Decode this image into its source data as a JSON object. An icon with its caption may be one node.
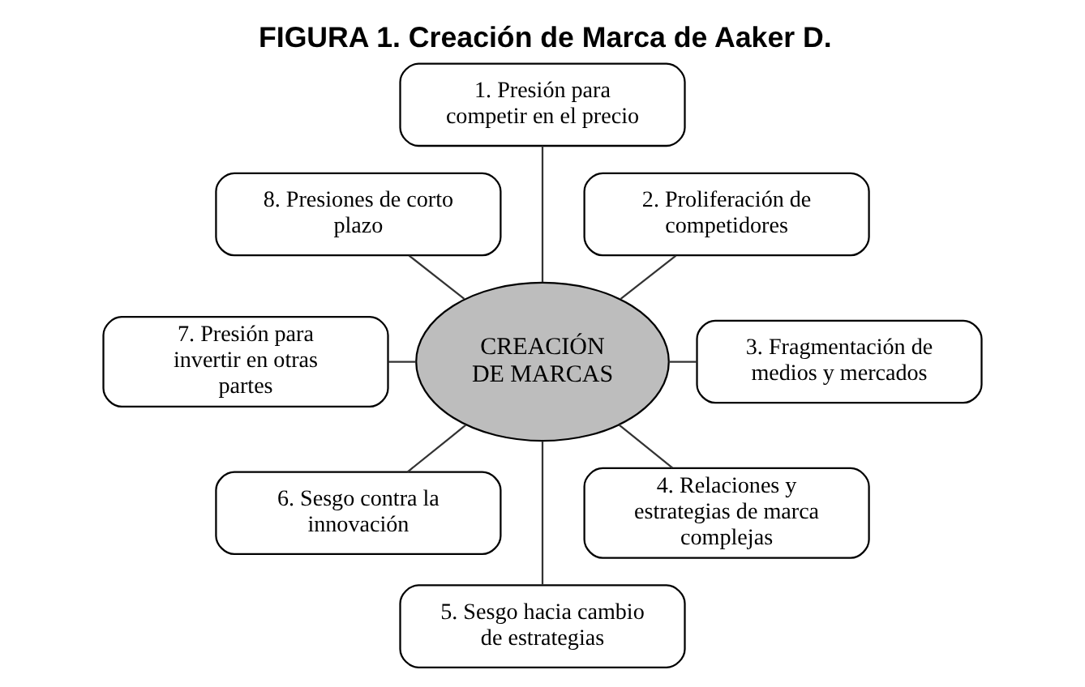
{
  "diagram": {
    "title": "FIGURA 1. Creación de Marca de Aaker D.",
    "nodes": [
      {
        "text": [
          "CREACIÓN DE MARCAS"
        ]
      },
      {
        "text": [
          "1. Presión para competir en el precio"
        ]
      },
      {
        "text": [
          "2. Proliferación de competidores"
        ]
      },
      {
        "text": [
          "3. Fragmentación de medios y mercados"
        ]
      },
      {
        "text": [
          "4. Relaciones y estrategias de marca complejas"
        ]
      },
      {
        "text": [
          "5. Sesgo hacia cambio de estrategias"
        ]
      },
      {
        "text": [
          "6. Sesgo contra la innovación"
        ]
      },
      {
        "text": [
          "7. Presión para invertir en otras partes"
        ]
      },
      {
        "text": [
          "8. Presiones de corto plazo"
        ]
      }
    ],
    "edges": [
      {
        "from": 0,
        "to": 1,
        "arrow": "none"
      },
      {
        "from": 0,
        "to": 2,
        "arrow": "none"
      },
      {
        "from": 0,
        "to": 3,
        "arrow": "none"
      },
      {
        "from": 0,
        "to": 4,
        "arrow": "none"
      },
      {
        "from": 0,
        "to": 5,
        "arrow": "none"
      },
      {
        "from": 0,
        "to": 6,
        "arrow": "none"
      },
      {
        "from": 0,
        "to": 7,
        "arrow": "none"
      },
      {
        "from": 0,
        "to": 8,
        "arrow": "none"
      }
    ]
  }
}
